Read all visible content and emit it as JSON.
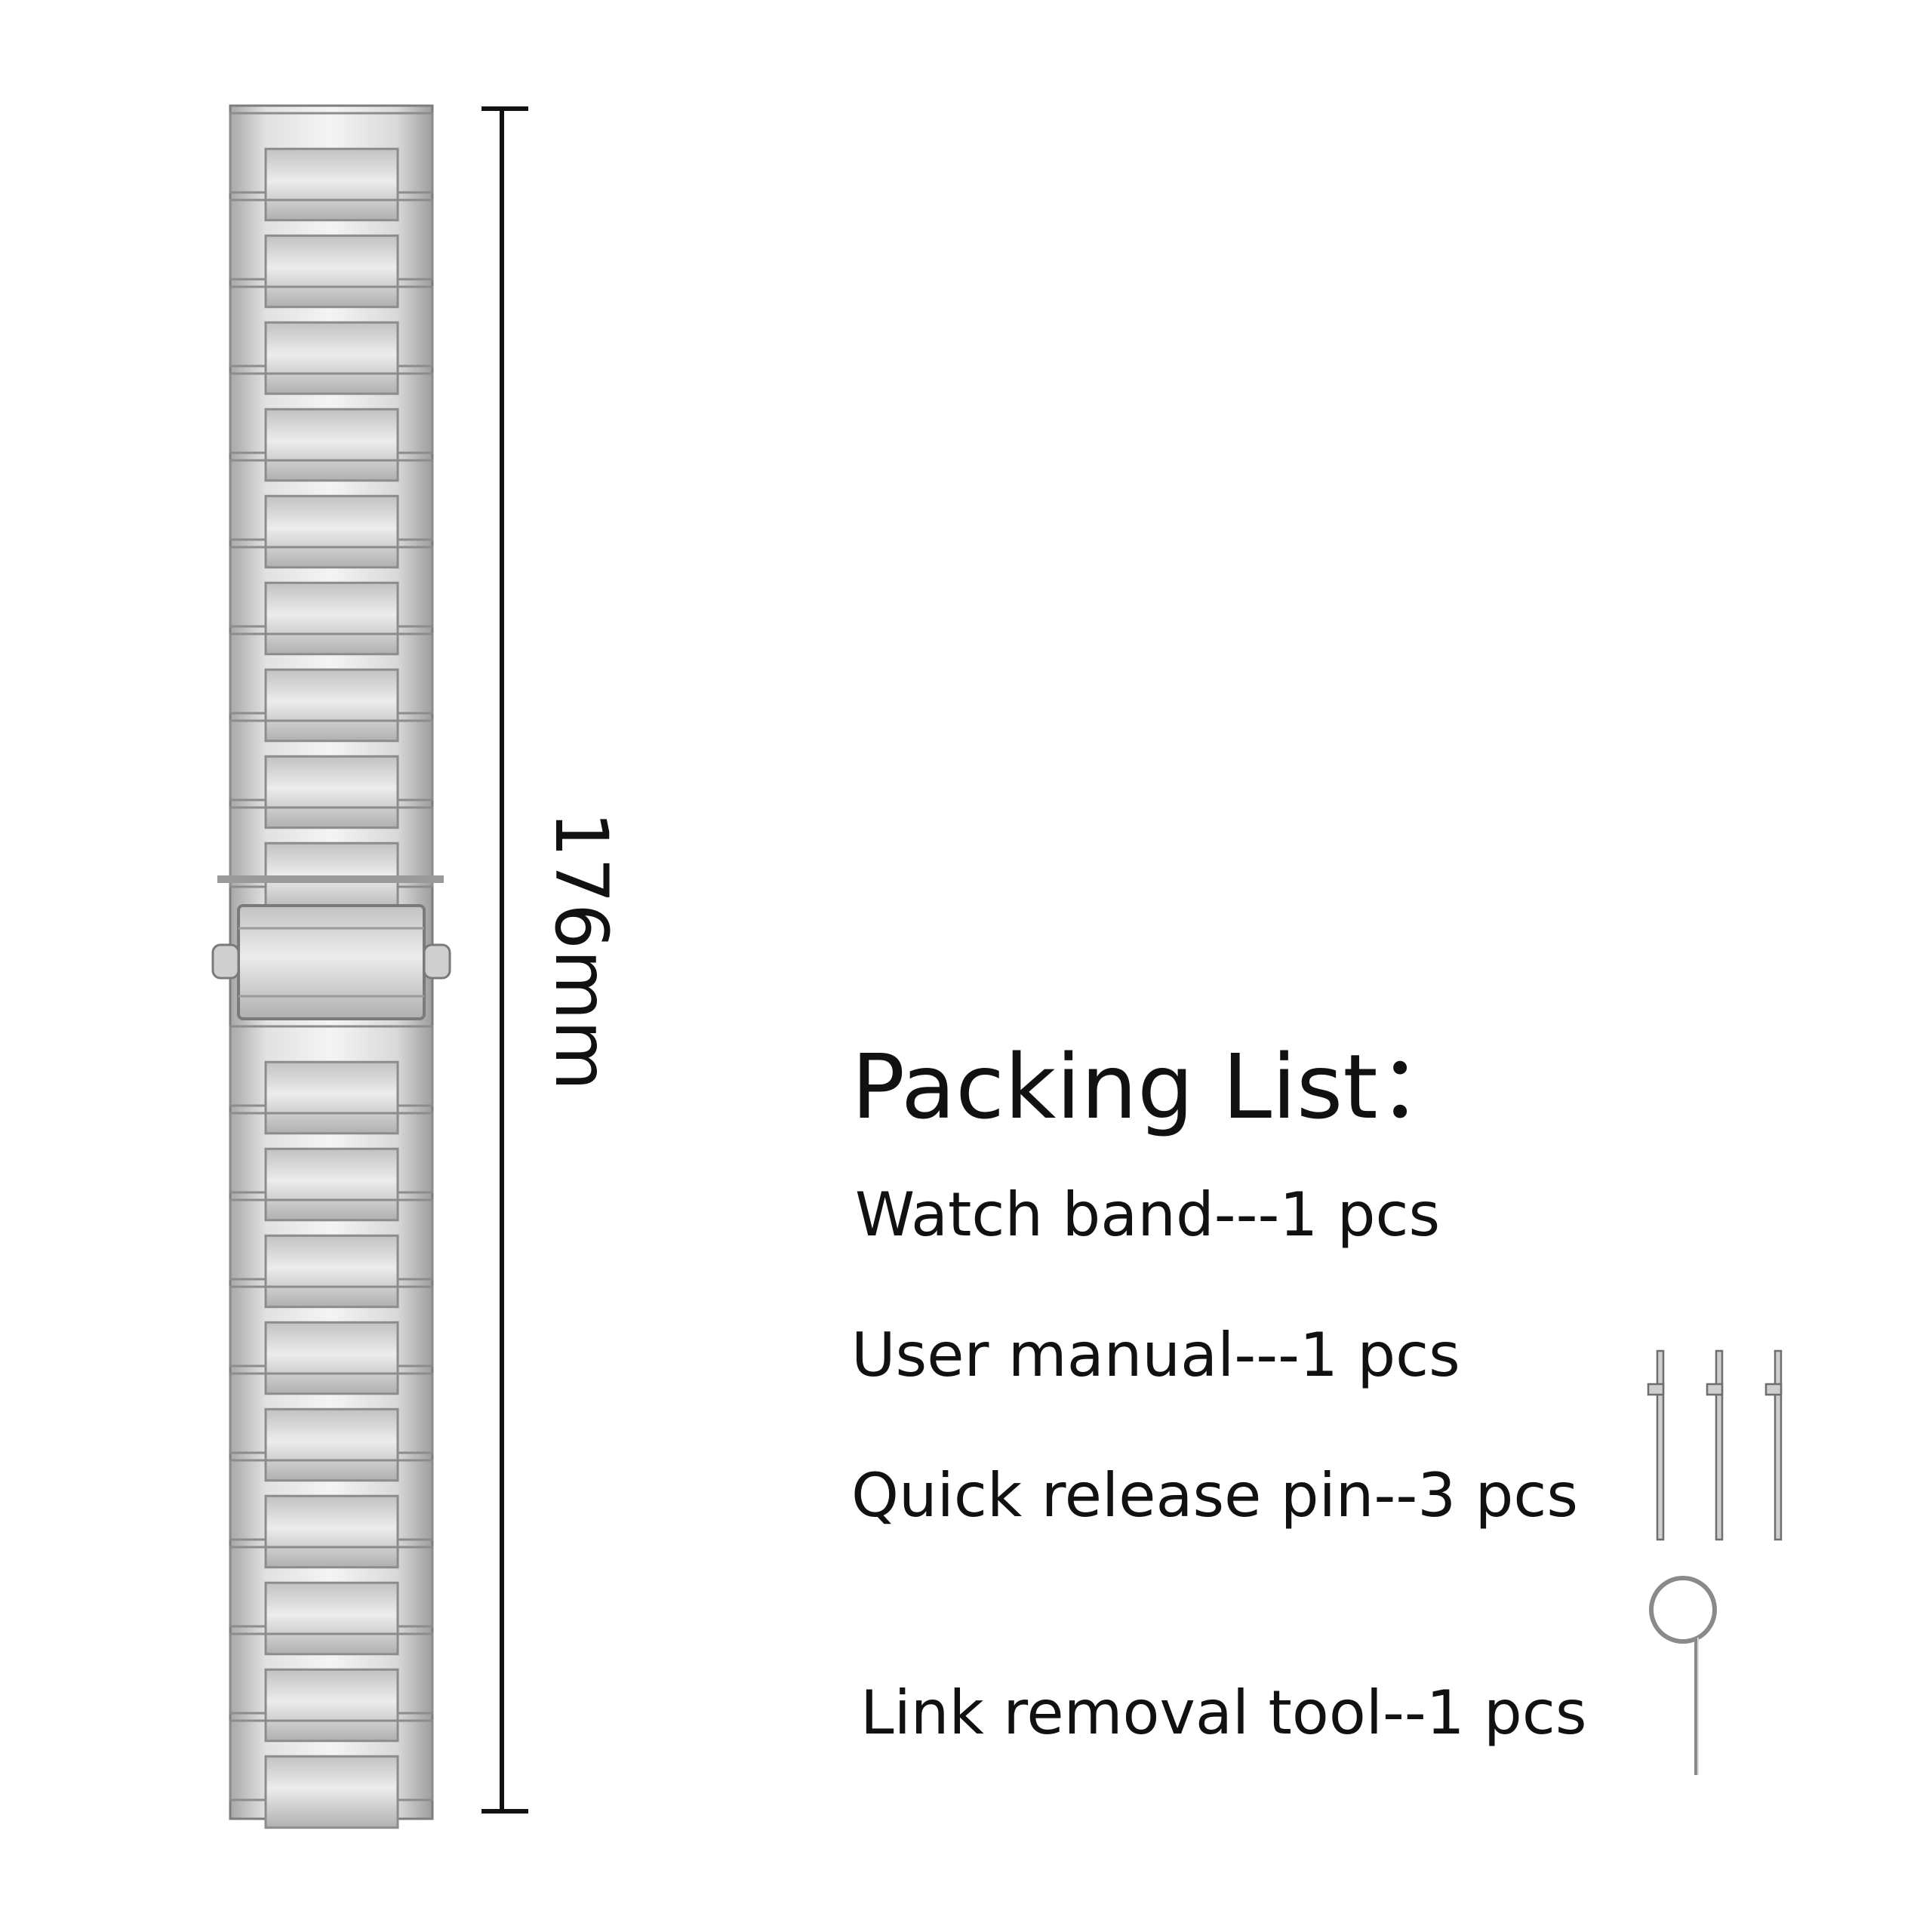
{
  "dimension": {
    "length_label": "176mm"
  },
  "packing_list": {
    "title": "Packing List：",
    "items": [
      {
        "label": "Watch band---1 pcs",
        "icon": "watch-band"
      },
      {
        "label": "User manual---1 pcs",
        "icon": "manual"
      },
      {
        "label": "Quick release pin--3 pcs",
        "icon": "quick-release-pin-icon"
      },
      {
        "label": "Link removal tool--1 pcs",
        "icon": "link-removal-tool-icon"
      }
    ]
  },
  "colors": {
    "metal": "#d6d6d6",
    "metal_dark": "#8a8a8a",
    "text": "#111111"
  }
}
